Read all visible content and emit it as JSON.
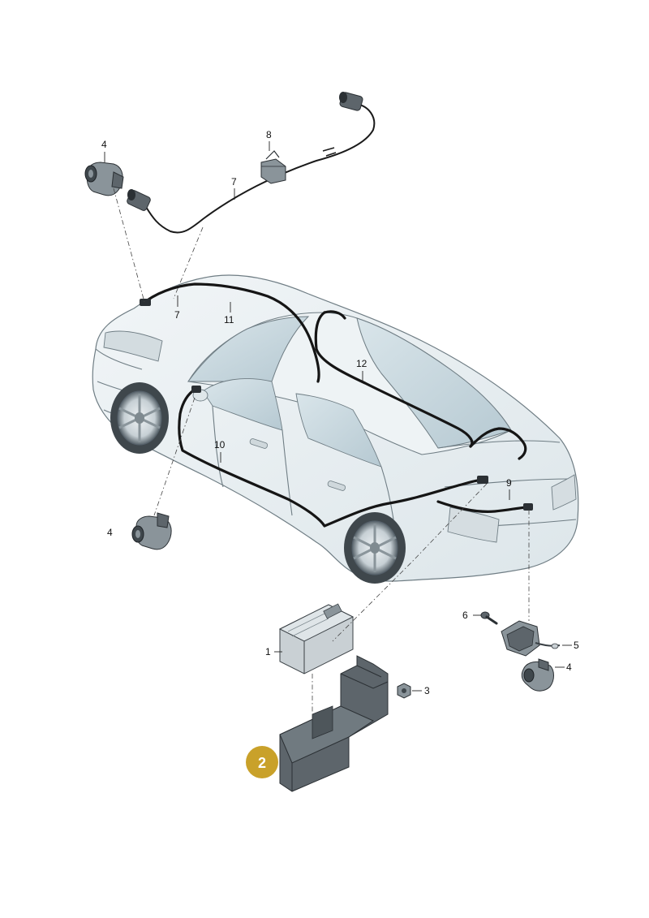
{
  "callouts": {
    "c1": "1",
    "c3": "3",
    "c4_top": "4",
    "c4_left": "4",
    "c4_right": "4",
    "c5": "5",
    "c6": "6",
    "c7_top": "7",
    "c7_car": "7",
    "c8": "8",
    "c9": "9",
    "c10": "10",
    "c11": "11",
    "c12": "12"
  },
  "highlight_badge": {
    "label": "2",
    "color": "#c9a12a"
  },
  "colors": {
    "car_body": "#e8eef1",
    "car_glass": "#c7d6de",
    "harness": "#151515"
  }
}
